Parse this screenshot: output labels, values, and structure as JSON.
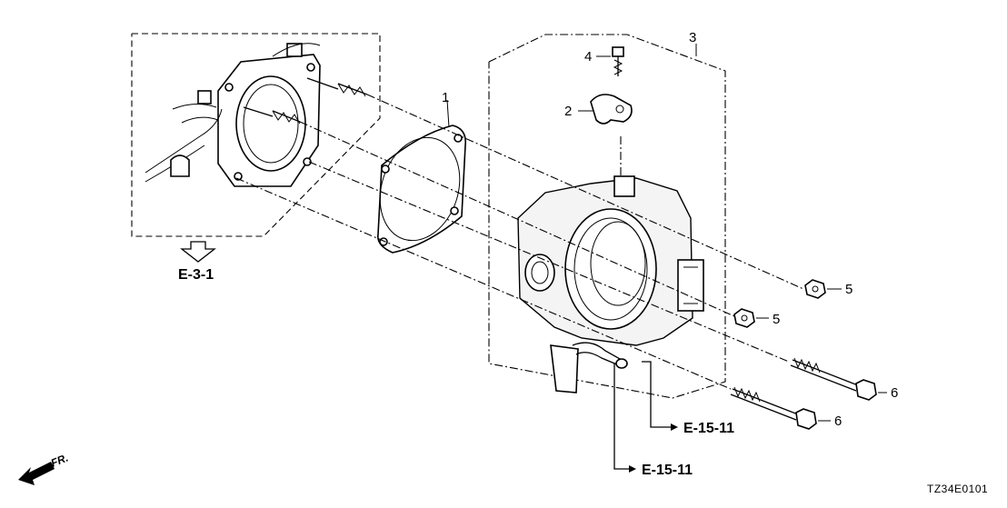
{
  "callouts": {
    "c1": "1",
    "c2": "2",
    "c3": "3",
    "c4": "4",
    "c5a": "5",
    "c5b": "5",
    "c6a": "6",
    "c6b": "6"
  },
  "references": {
    "e31": "E-3-1",
    "e1511_upper": "E-15-11",
    "e1511_lower": "E-15-11"
  },
  "front_arrow_label": "FR.",
  "diagram_id": "TZ34E0101"
}
